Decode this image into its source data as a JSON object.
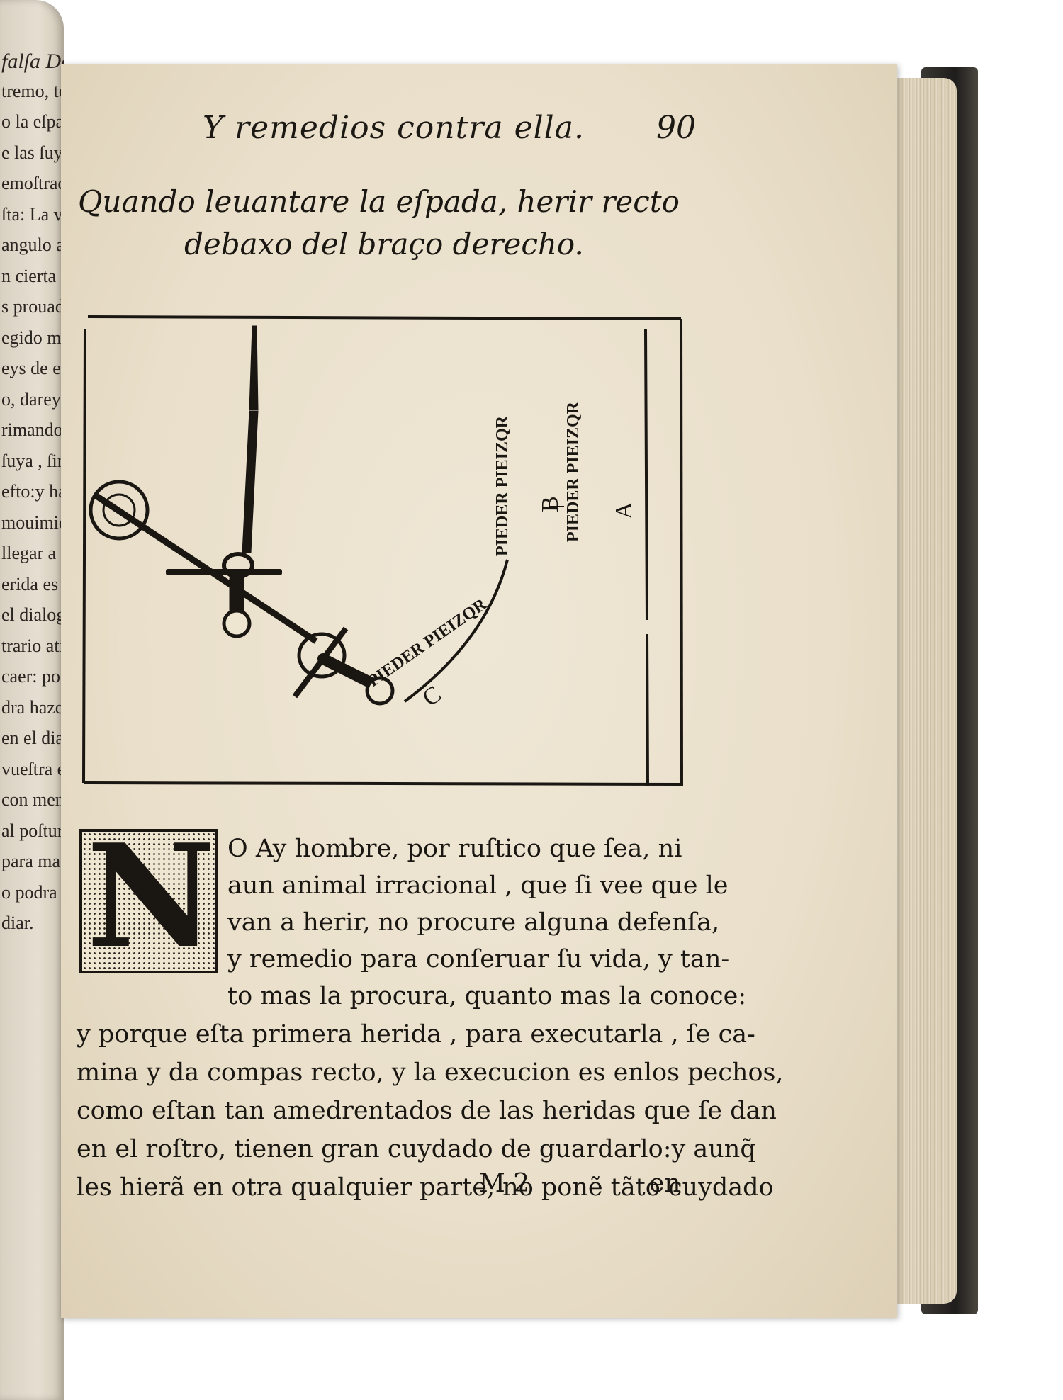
{
  "left_page": {
    "lines": [
      "falſa Deſ",
      "tremo, teni",
      "o la eſpada co",
      "e las ſuyas,",
      "emoſtracion",
      "ſta: La vna",
      "angulo agud",
      "n cierta form",
      "s prouado, q",
      "egido medio",
      "eys de eleg",
      "o, dareys h",
      "rimando la fu",
      "ſuya , ſin do",
      "efto:y ha de",
      "mouimiento d",
      "llegar a vn p",
      "erida es la q",
      "el dialogo ſe",
      "trario atin",
      "caer: por o",
      "dra hazer la",
      "en el dialogo",
      "vueſtra eſpa",
      "con menos m",
      "al poſtura",
      "para mas",
      "o podra",
      "diar."
    ]
  },
  "page": {
    "running_head": "Y remedios contra ella.",
    "folio": "90",
    "heading_line1": "Quando leuantare la eſpada, herir recto",
    "heading_line2": "debaxo del braço derecho.",
    "diagram": {
      "label_a": "PIEDER PIEIZQR",
      "letter_a": "A",
      "label_b": "PIEDER PIEIZQR",
      "letter_b": "B",
      "label_c": "PIEDER PIEIZQR",
      "letter_c": "C"
    },
    "initial_letter": "N",
    "body_lines": [
      "O  Ay hombre, por ruſtico que ſea, ni",
      "aun animal irracional , que ſi vee que le",
      "van a herir, no procure alguna defenſa,",
      "y remedio para conſeruar ſu vida, y tan-",
      "to mas la procura, quanto mas la conoce:",
      "y porque eſta primera herida , para executarla , ſe ca-",
      "mina y da compas recto, y la execucion es enlos pechos,",
      "como eſtan tan amedrentados de las heridas que ſe dan",
      "en el roſtro, tienen gran cuydado de guardarlo:y aunq̃",
      "les hierã en otra qualquier parte, no ponẽ tãto cuydado"
    ],
    "signature": "M 2",
    "catchword": "en"
  }
}
